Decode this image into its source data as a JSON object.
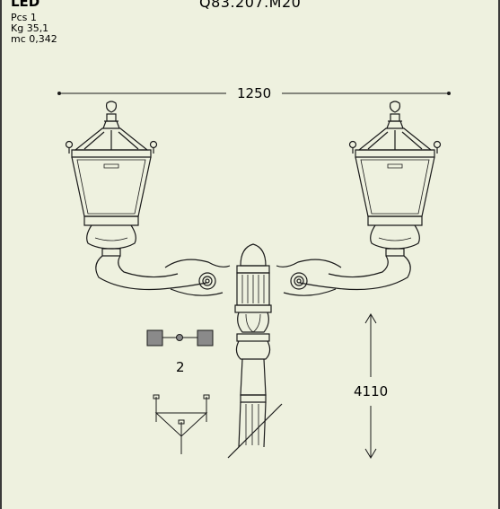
{
  "header": {
    "led": "LED",
    "code": "Q83.207.M20"
  },
  "specs": {
    "pcs": "Pcs 1",
    "kg": "Kg  35,1",
    "mc": "mc  0,342"
  },
  "dimensions": {
    "width": "1250",
    "height": "4110"
  },
  "arms_count": "2"
}
